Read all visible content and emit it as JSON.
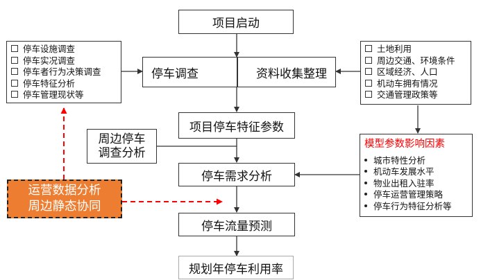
{
  "flow": {
    "start": "项目启动",
    "survey": "停车调查",
    "collect": "资料收集整理",
    "params": "项目停车特征参数",
    "surround": [
      "周边停车",
      "调查分析"
    ],
    "demand": "停车需求分析",
    "flow_forecast": "停车流量预测",
    "utilization": "规划年停车利用率"
  },
  "survey_items": [
    "停车设施调查",
    "停车实况调查",
    "停车者行为决策调查",
    "停车特征分析",
    "停车管理现状等"
  ],
  "collect_items": [
    "土地利用",
    "周边交通、环境条件",
    "区域经济、人口",
    "机动车拥有情况",
    "交通管理政策等"
  ],
  "factors": {
    "title": "模型参数影响因素",
    "items": [
      "城市特性分析",
      "机动车发展水平",
      "物业出租入驻率",
      "停车运营管理策略",
      "停车行为特征分析等"
    ]
  },
  "highlight": [
    "运营数据分析",
    "周边静态协同"
  ],
  "colors": {
    "highlight_fill": "#ED7D31",
    "dashed": "#FF0000",
    "factor_title": "#FF0000"
  }
}
